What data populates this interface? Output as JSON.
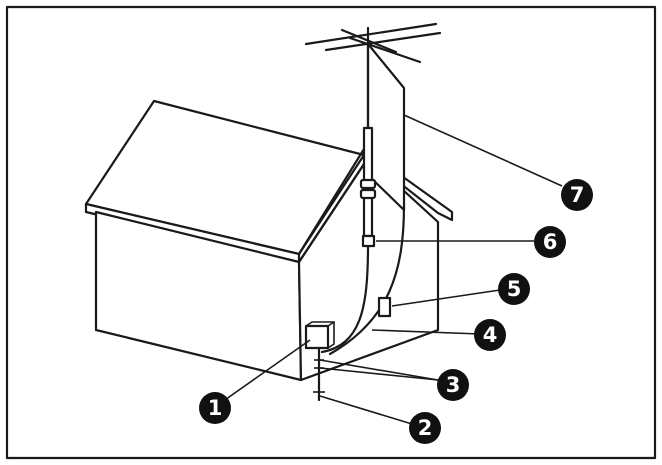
{
  "diagram": {
    "callouts": [
      {
        "id": 1,
        "label": "1"
      },
      {
        "id": 2,
        "label": "2"
      },
      {
        "id": 3,
        "label": "3"
      },
      {
        "id": 4,
        "label": "4"
      },
      {
        "id": 5,
        "label": "5"
      },
      {
        "id": 6,
        "label": "6"
      },
      {
        "id": 7,
        "label": "7"
      }
    ],
    "colors": {
      "line": "#1a1a1a",
      "callout_fill": "#111111",
      "callout_text": "#ffffff",
      "background": "#ffffff"
    }
  }
}
